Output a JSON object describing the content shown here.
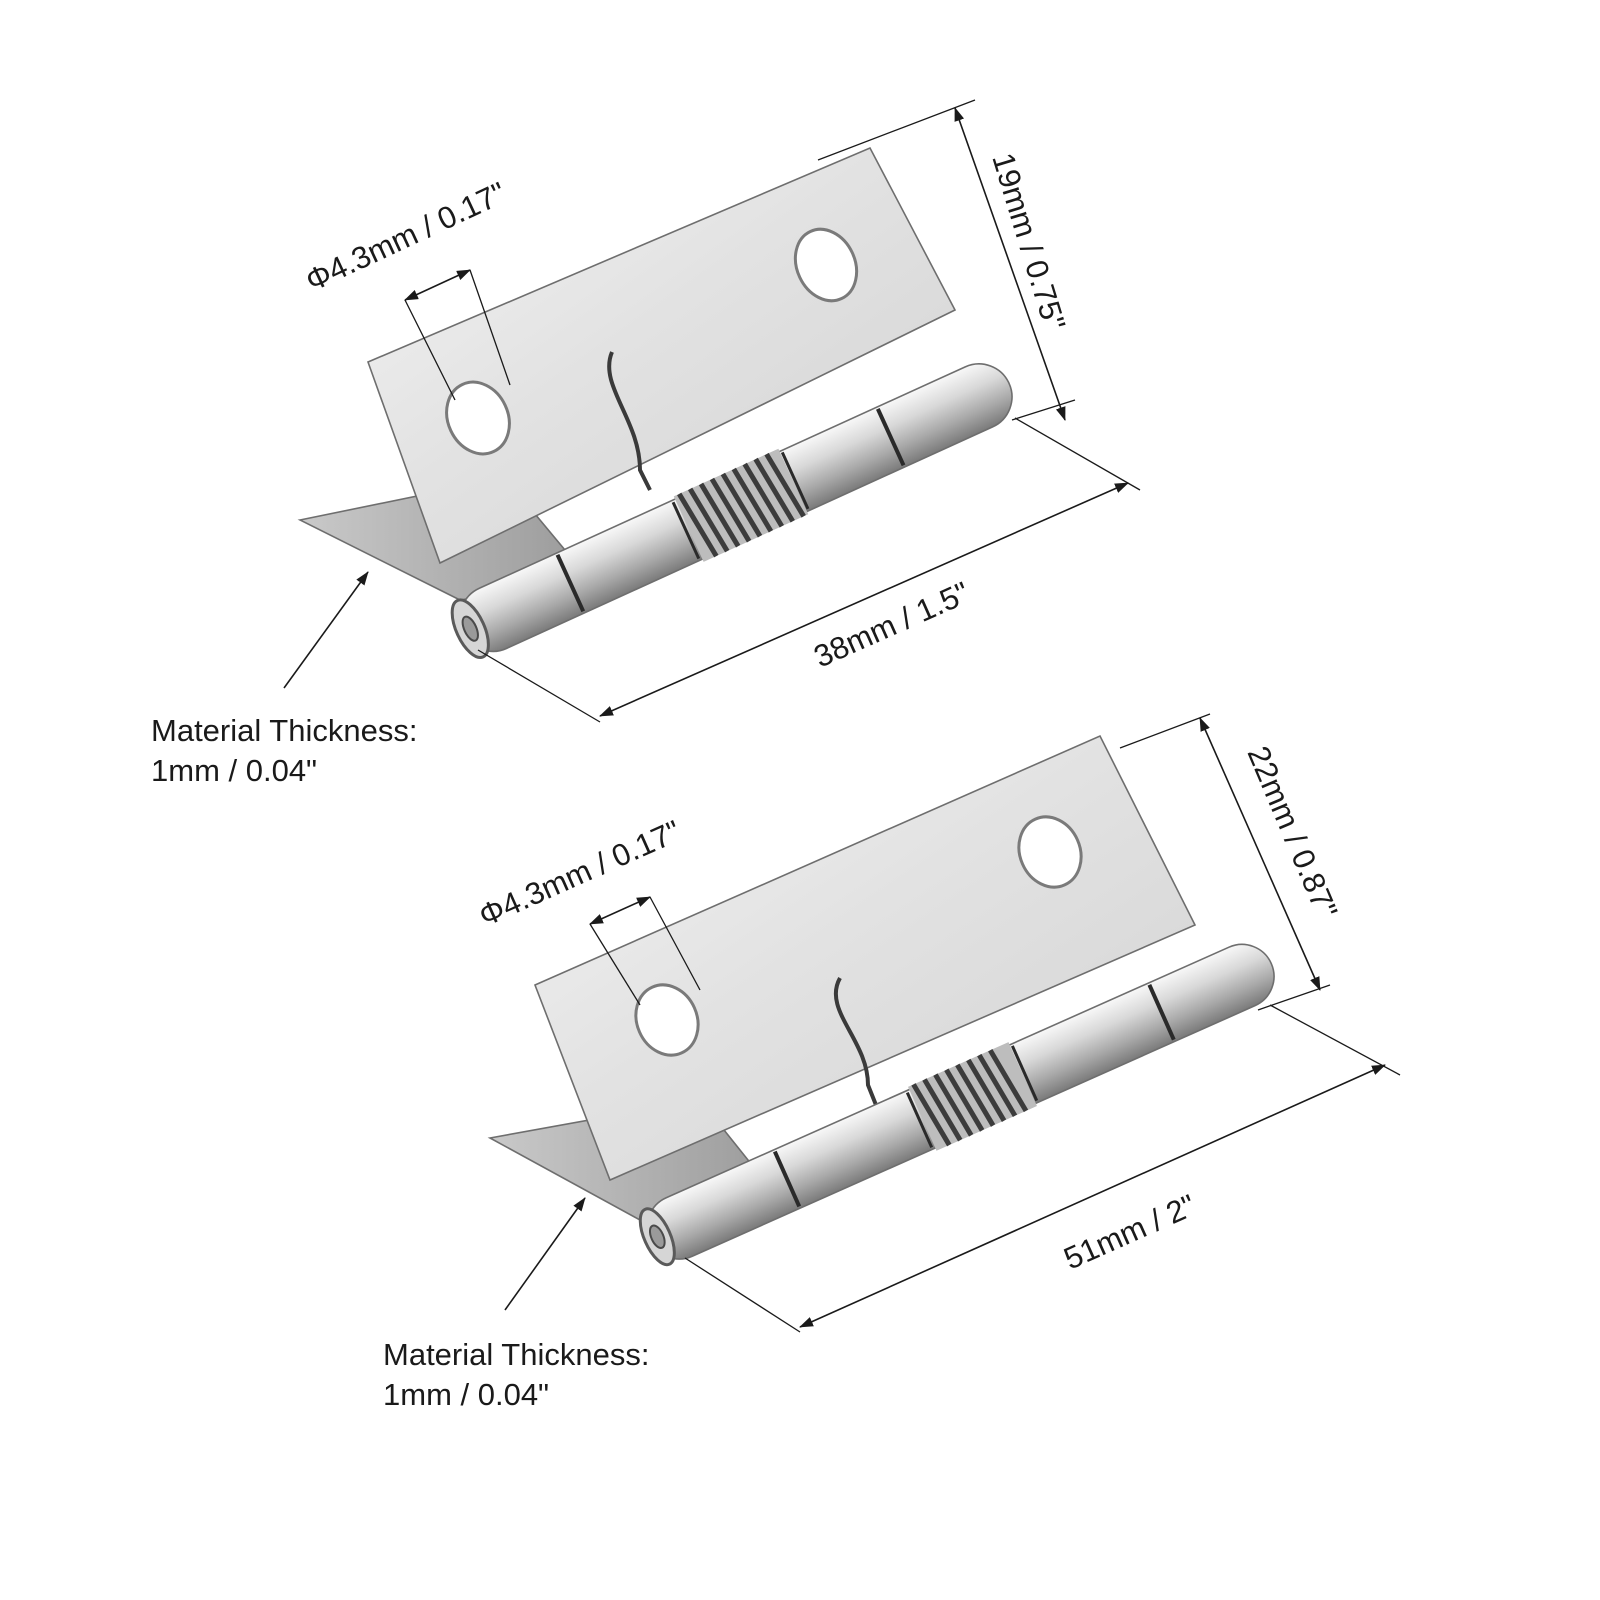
{
  "hinges": [
    {
      "id": "small",
      "hole_diameter": "Φ4.3mm / 0.17\"",
      "width": "19mm / 0.75\"",
      "length": "38mm / 1.5\"",
      "thickness_label": "Material Thickness:",
      "thickness_value": "1mm / 0.04\""
    },
    {
      "id": "large",
      "hole_diameter": "Φ4.3mm / 0.17\"",
      "width": "22mm / 0.87\"",
      "length": "51mm / 2\"",
      "thickness_label": "Material Thickness:",
      "thickness_value": "1mm / 0.04\""
    }
  ],
  "colors": {
    "steel_light": "#e6e6e6",
    "steel_mid": "#c2c2c2",
    "steel_dark": "#8c8c8c",
    "spring": "#4a4a4a",
    "line": "#1a1a1a"
  }
}
